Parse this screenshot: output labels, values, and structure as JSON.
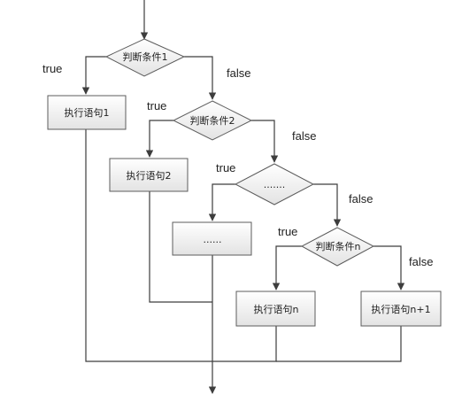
{
  "diagram": {
    "conditions": [
      "判断条件1",
      "判断条件2",
      ".......",
      "判断条件n"
    ],
    "statements": [
      "执行语句1",
      "执行语句2",
      "......",
      "执行语句n",
      "执行语句n+1"
    ],
    "branch_labels": {
      "true": "true",
      "false": "false"
    }
  },
  "colors": {
    "stroke": "#5c5c5c",
    "wire": "#3d3d3d",
    "fill_top": "#ffffff",
    "fill_bottom": "#e6e6e6"
  }
}
